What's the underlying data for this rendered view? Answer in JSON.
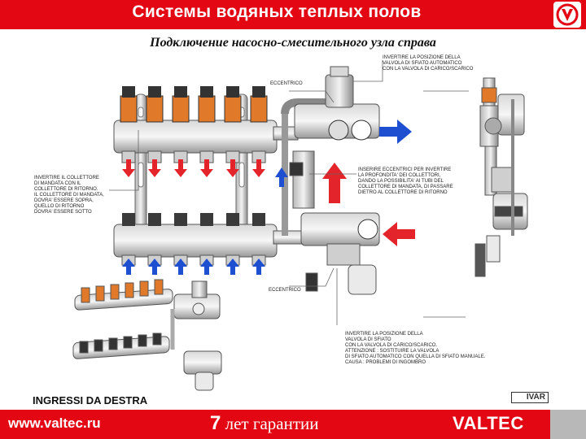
{
  "header": {
    "title": "Системы водяных теплых полов"
  },
  "subtitle": "Подключение насосно-смесительного узла справа",
  "labels": {
    "eccentrico_top": "ECCENTRICO",
    "eccentrico_bottom": "ECCENTRICO",
    "note_top": "INVERTIRE LA POSIZIONE DELLA\nVALVOLA DI SFIATO AUTOMATICO\nCON LA VALVOLA DI CARICO/SCARICO",
    "note_left": "INVERTIRE IL COLLETTORE\nDI MANDATA CON IL\nCOLLETTORE DI RITORNO.\nIL COLLETTORE DI MANDATA,\nDOVRA' ESSERE SOPRA,\nQUELLO DI RITORNO\nDOVRA' ESSERE SOTTO",
    "note_middle": "INSERIRE ECCENTRICI PER INVERTIRE\nLA PROFONDITA' DEI COLLETTORI,\nDANDO LA POSSIBILITA' AI TUBI DEL\nCOLLETTORE DI MANDATA, DI PASSARE\nDIETRO AL COLLETTORE DI RITORNO",
    "note_bottom": "INVERTIRE LA POSIZIONE DELLA\nVALVOLA DI SFIATO\nCON LA VALVOLA DI CARICO/SCARICO.\nATTENZIONE : SOSTITUIRE LA VALVOLA\nDI SFIATO AUTOMATICO CON QUELLA DI SFIATO MANUALE.\nCAUSA : PROBLEMI DI INGOMBRO",
    "ingressi": "INGRESSI DA DESTRA"
  },
  "footer": {
    "website": "www.valtec.ru",
    "warranty_number": "7",
    "warranty_text": "лет гарантии",
    "brand": "VALTEC",
    "partner": "IVAR"
  },
  "colors": {
    "brand_red": "#e30613",
    "arrow_red": "#e3242b",
    "arrow_blue": "#1f4fd1",
    "valve_orange": "#e07a2a"
  }
}
